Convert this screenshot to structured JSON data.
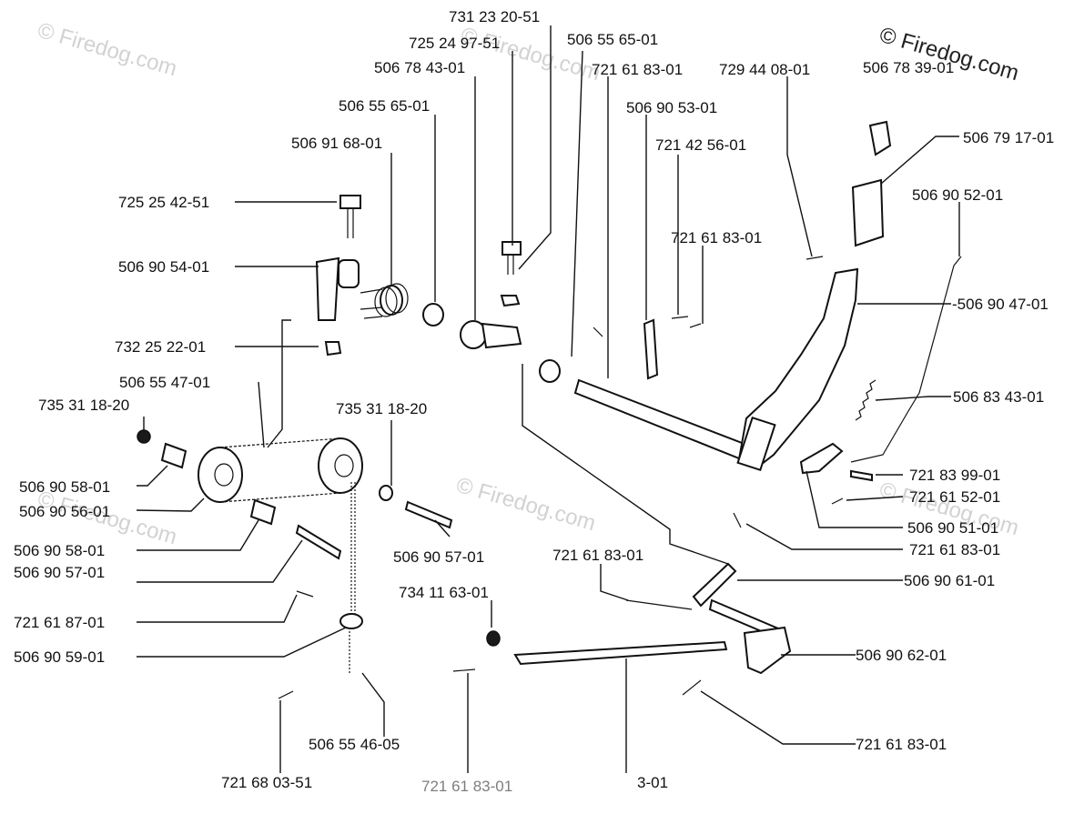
{
  "watermarks": {
    "main": "© Firedog.com",
    "ghost": "© Firedog.com"
  },
  "callouts": [
    "731 23 20-51",
    "725 24 97-51",
    "506 78 43-01",
    "506 55 65-01",
    "721 61 83-01",
    "729 44 08-01",
    "506 78 39-01",
    "506 55 65-01",
    "506 90 53-01",
    "721 42 56-01",
    "506 79 17-01",
    "506 91 68-01",
    "725 25 42-51",
    "506 90 52-01",
    "721 61 83-01",
    "506 90 54-01",
    "-506 90 47-01",
    "732 25 22-01",
    "506 55 47-01",
    "506 83 43-01",
    "735 31 18-20",
    "735 31 18-20",
    "721 83 99-01",
    "506 90 58-01",
    "721 61 52-01",
    "506 90 56-01",
    "506 90 51-01",
    "721 61 83-01",
    "506 90 58-01",
    "506 90 57-01",
    "721 61 83-01",
    "506 90 61-01",
    "506 90 57-01",
    "734 11 63-01",
    "721 61 87-01",
    "506 90 62-01",
    "506 90 59-01",
    "721 61 83-01",
    "506 55 46-05",
    "721 68 03-51",
    "721 61 83-01",
    "3-01"
  ]
}
